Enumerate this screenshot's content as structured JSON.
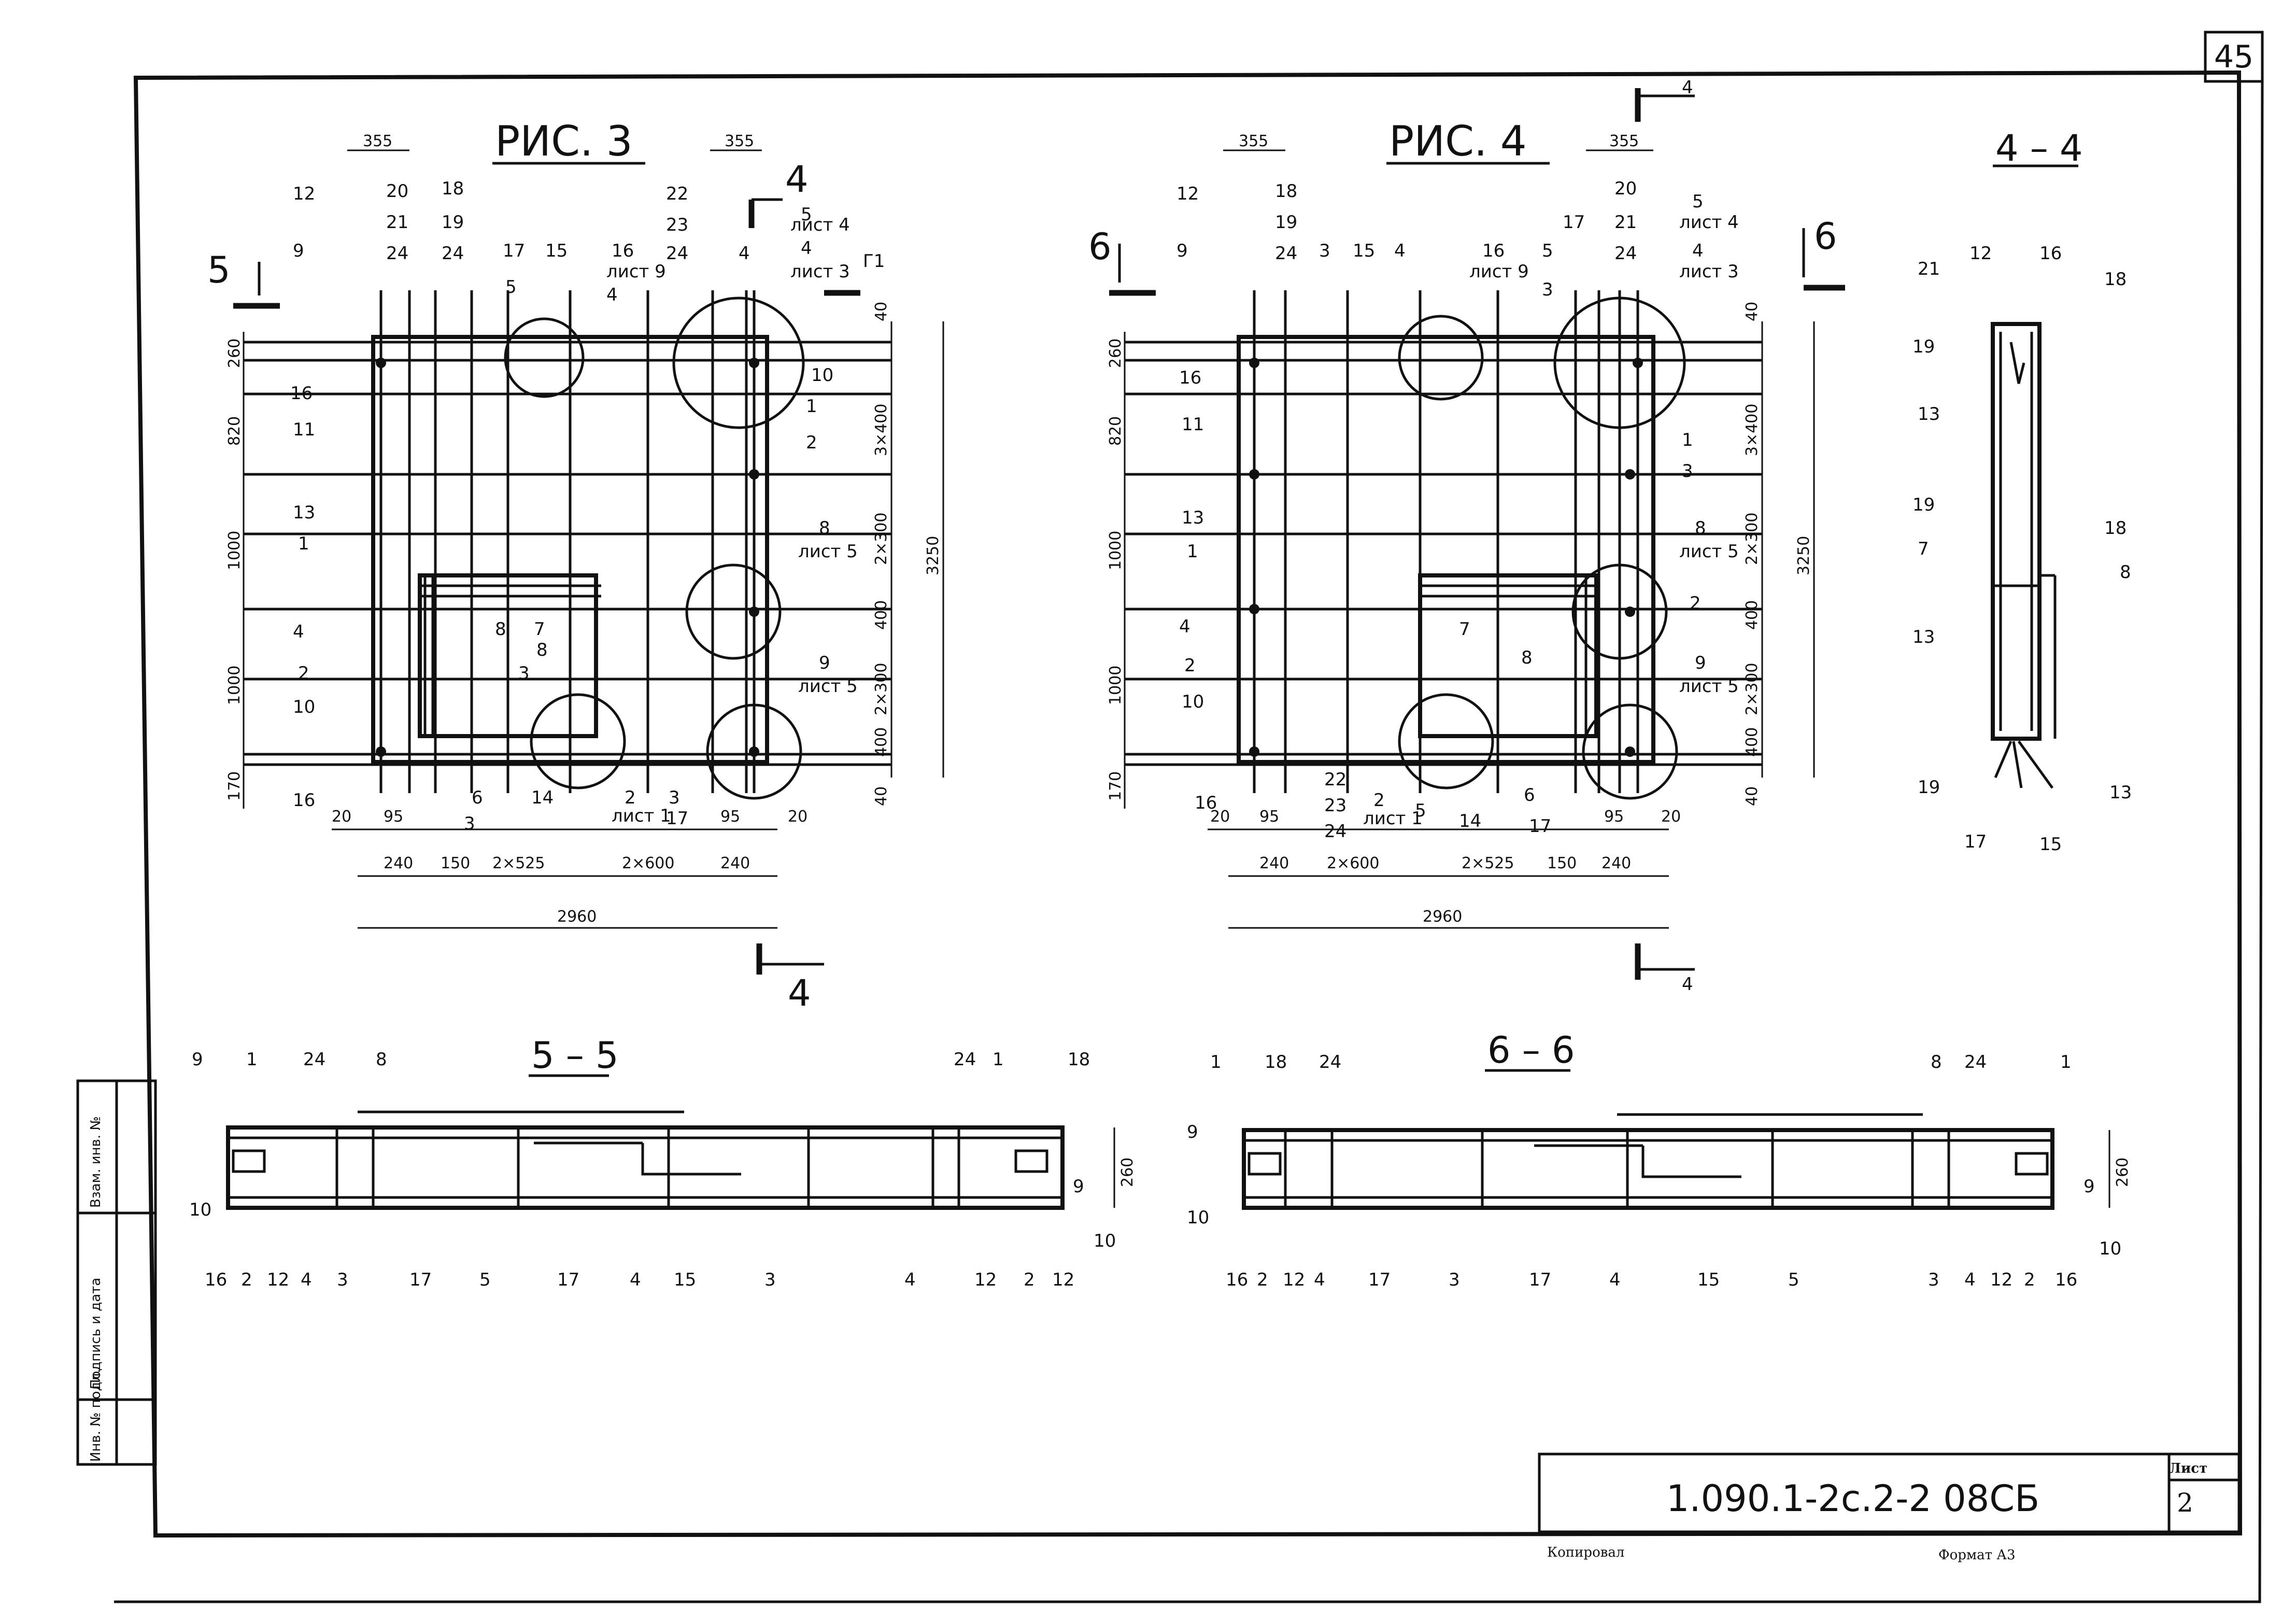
{
  "sheet": {
    "number": "45",
    "doc_code": "1.090.1-2с.2-2  08СБ",
    "sheet_label": "Лист",
    "sheet_page": "2",
    "copied_label": "Копировал",
    "format_label": "Формат А3",
    "side_strip": [
      "Инв. № подл.",
      "Подпись и дата",
      "Взам. инв. №"
    ]
  },
  "views": {
    "fig3": {
      "title": "РИС. 3",
      "dims_top": [
        "355"
      ],
      "dims_bottom_row1": [
        "20",
        "95",
        "95",
        "20"
      ],
      "dims_bottom_row2": [
        "240",
        "150",
        "2×525",
        "2×600",
        "240"
      ],
      "dims_overall": "2960",
      "dims_left": [
        "260",
        "820",
        "1000",
        "1000",
        "170"
      ],
      "dims_right": [
        "40",
        "3×400",
        "2×300",
        "400",
        "2×300",
        "400",
        "40"
      ],
      "dims_right_total": "3250",
      "section_marks": [
        "5",
        "4",
        "4"
      ],
      "top_labels": [
        "12",
        "9",
        "20",
        "21",
        "24",
        "18",
        "19",
        "24",
        "17",
        "15",
        "16",
        "лист 9",
        "4",
        "5",
        "22",
        "23",
        "24",
        "4",
        "5",
        "лист 4",
        "4",
        "лист 3",
        "Г1"
      ],
      "left_labels": [
        "16",
        "11",
        "13",
        "1",
        "4",
        "2",
        "10",
        "16"
      ],
      "right_labels": [
        "10",
        "1",
        "2",
        "8",
        "лист 5",
        "9",
        "лист 5"
      ],
      "inner_labels": [
        "8",
        "7",
        "8",
        "3",
        "6",
        "14",
        "2",
        "лист 1",
        "3",
        "3",
        "17"
      ]
    },
    "fig4": {
      "title": "РИС. 4",
      "dims_top": [
        "355",
        "355"
      ],
      "dims_bottom_row1": [
        "20",
        "95",
        "95",
        "20"
      ],
      "dims_bottom_row2": [
        "240",
        "2×600",
        "2×525",
        "150",
        "240"
      ],
      "dims_overall": "2960",
      "dims_left": [
        "260",
        "820",
        "1000",
        "1000",
        "170"
      ],
      "dims_right": [
        "40",
        "3×400",
        "2×300",
        "400",
        "2×300",
        "400",
        "40"
      ],
      "dims_right_total": "3250",
      "section_marks": [
        "6",
        "6",
        "4",
        "4"
      ],
      "top_labels": [
        "12",
        "9",
        "18",
        "19",
        "24",
        "3",
        "15",
        "4",
        "16",
        "лист 9",
        "5",
        "17",
        "3",
        "20",
        "21",
        "24",
        "5",
        "лист 4",
        "4",
        "лист 3"
      ],
      "left_labels": [
        "16",
        "11",
        "13",
        "1",
        "4",
        "2",
        "10",
        "16"
      ],
      "right_labels": [
        "1",
        "3",
        "8",
        "лист 5",
        "2",
        "9",
        "лист 5",
        "8"
      ],
      "inner_labels": [
        "7",
        "22",
        "23",
        "24",
        "2",
        "лист 1",
        "5",
        "14",
        "6",
        "17"
      ]
    },
    "sec44": {
      "title": "4 – 4",
      "labels": [
        "21",
        "12",
        "16",
        "18",
        "19",
        "13",
        "19",
        "7",
        "13",
        "18",
        "8",
        "19",
        "17",
        "15",
        "13"
      ]
    },
    "sec55": {
      "title": "5 – 5",
      "dim": "260",
      "top_labels": [
        "9",
        "1",
        "24",
        "8",
        "24",
        "1",
        "18"
      ],
      "bottom_labels": [
        "10",
        "16",
        "2",
        "12",
        "4",
        "3",
        "17",
        "5",
        "17",
        "4",
        "15",
        "3",
        "4",
        "12",
        "2",
        "12",
        "10",
        "9"
      ]
    },
    "sec66": {
      "title": "6 – 6",
      "dim": "260",
      "top_labels": [
        "1",
        "18",
        "24",
        "8",
        "24",
        "1"
      ],
      "bottom_labels": [
        "9",
        "10",
        "16",
        "2",
        "12",
        "4",
        "17",
        "3",
        "17",
        "4",
        "15",
        "5",
        "3",
        "4",
        "12",
        "2",
        "16",
        "9",
        "10"
      ]
    }
  }
}
